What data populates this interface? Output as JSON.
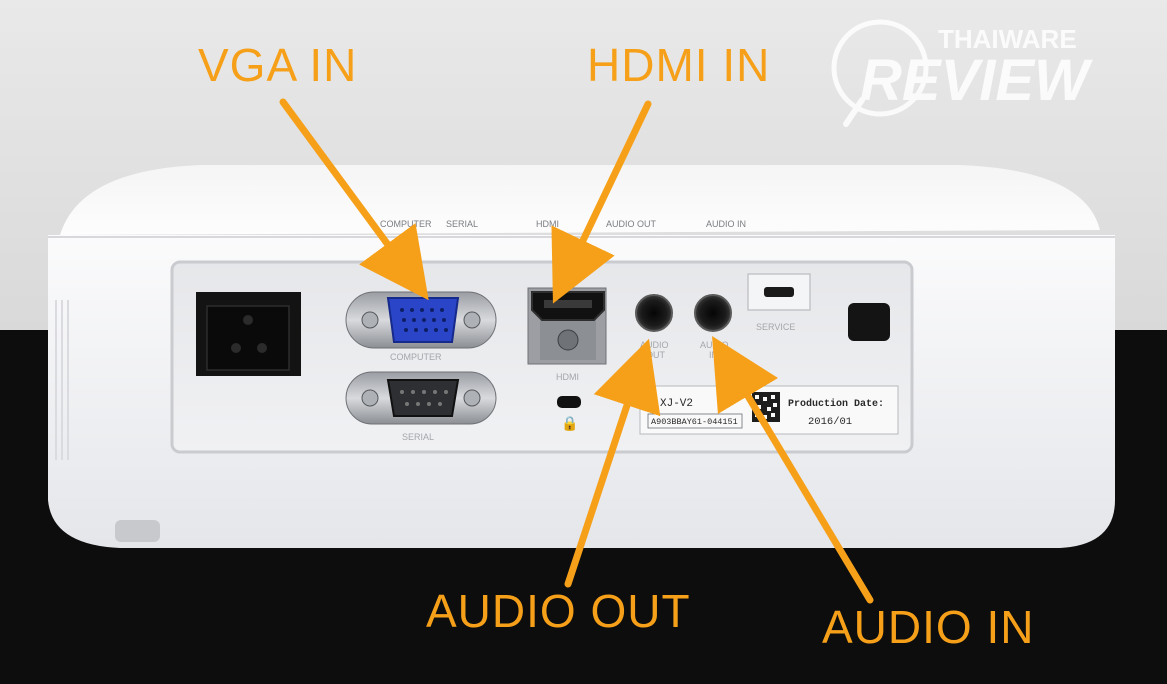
{
  "callouts": {
    "vga_in": "VGA IN",
    "hdmi_in": "HDMI IN",
    "audio_out": "AUDIO OUT",
    "audio_in": "AUDIO IN"
  },
  "panel_labels": {
    "top_computer": "COMPUTER",
    "top_serial": "SERIAL",
    "top_hdmi": "HDMI",
    "top_audio_out": "AUDIO OUT",
    "top_audio_in": "AUDIO IN",
    "computer": "COMPUTER",
    "serial": "SERIAL",
    "hdmi": "HDMI",
    "audio_out_1": "AUDIO",
    "audio_out_2": "OUT",
    "audio_in_1": "AUDIO",
    "audio_in_2": "IN",
    "service": "SERVICE"
  },
  "sticker": {
    "model": "XJ-V2",
    "serial": "A903BBAY61-044151",
    "production_label": "Production Date:",
    "production_date": "2016/01"
  },
  "watermark": {
    "brand_top": "THAIWARE",
    "brand_main": "REVIEW"
  },
  "colors": {
    "callout_orange": "#f6a01a",
    "vga_port_blue": "#2a45c8",
    "projector_white": "#f3f4f6",
    "background_dark": "#0d0d0d"
  }
}
